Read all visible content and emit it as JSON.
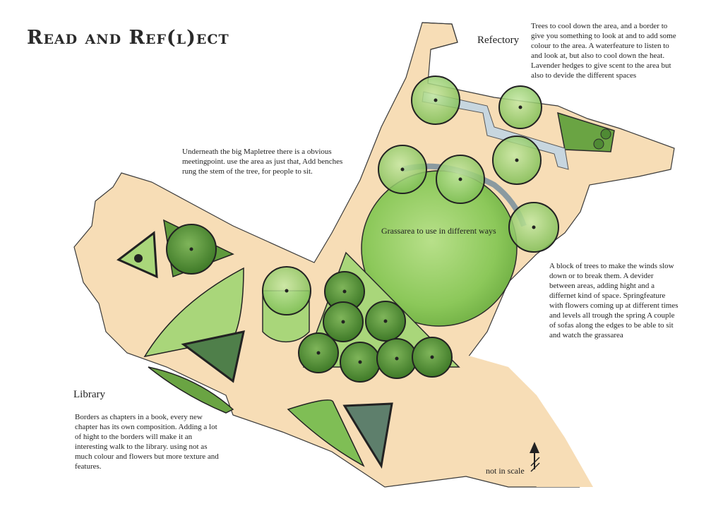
{
  "title": "Read and Ref(l)ect",
  "labels": {
    "refectory": "Refectory",
    "library": "Library",
    "grassarea": "Grassarea to use in different ways",
    "scale": "not in scale"
  },
  "notes": {
    "refectory_note": "Trees to cool down the area, and a border to give you something to look at and to add some colour to the area. A waterfeature to listen to and look at, but also to cool down the heat. Lavender hedges to give scent to the area but also to devide the different spaces",
    "maple_note": "Underneath the big Mapletree there is a obvious meetingpoint. use the area as just that, Add benches rung the stem of the tree, for people to sit.",
    "trees_note": "A block of trees to make the winds slow down or to break them. A devider between areas, adding hight and a differnet kind of space. Springfeature with flowers coming up at different times and levels all trough the spring A couple of sofas along the edges to be able to sit and watch the grassarea",
    "library_note": "Borders as chapters in a book, every new chapter has its own composition. Adding a lot of hight to the borders will make it an interesting walk to the library. using not as much colour and flowers but more texture and features."
  },
  "colors": {
    "paving": "#f7ddb6",
    "grass": "#8cc85a",
    "grass_dark": "#5f9a3c",
    "tree_canopy": "#9bd26e",
    "tree_dark": "#4f8a34",
    "water": "#c7d6df",
    "outline": "#2b2b2b"
  }
}
